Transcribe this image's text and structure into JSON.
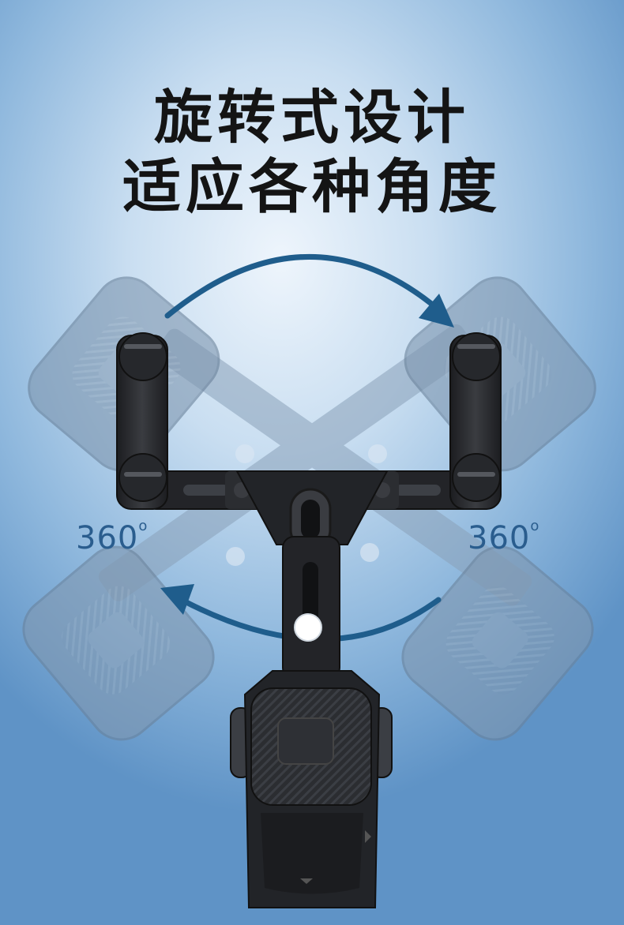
{
  "heading": {
    "line1": "旋转式设计",
    "line2": "适应各种角度"
  },
  "rotation": {
    "left_value": "360",
    "right_value": "360",
    "unit": "o"
  },
  "colors": {
    "arrow": "#1f5d8c",
    "product": "#222428",
    "ghost": "#6f8aa6",
    "degree_text": "#2a5d8e"
  }
}
